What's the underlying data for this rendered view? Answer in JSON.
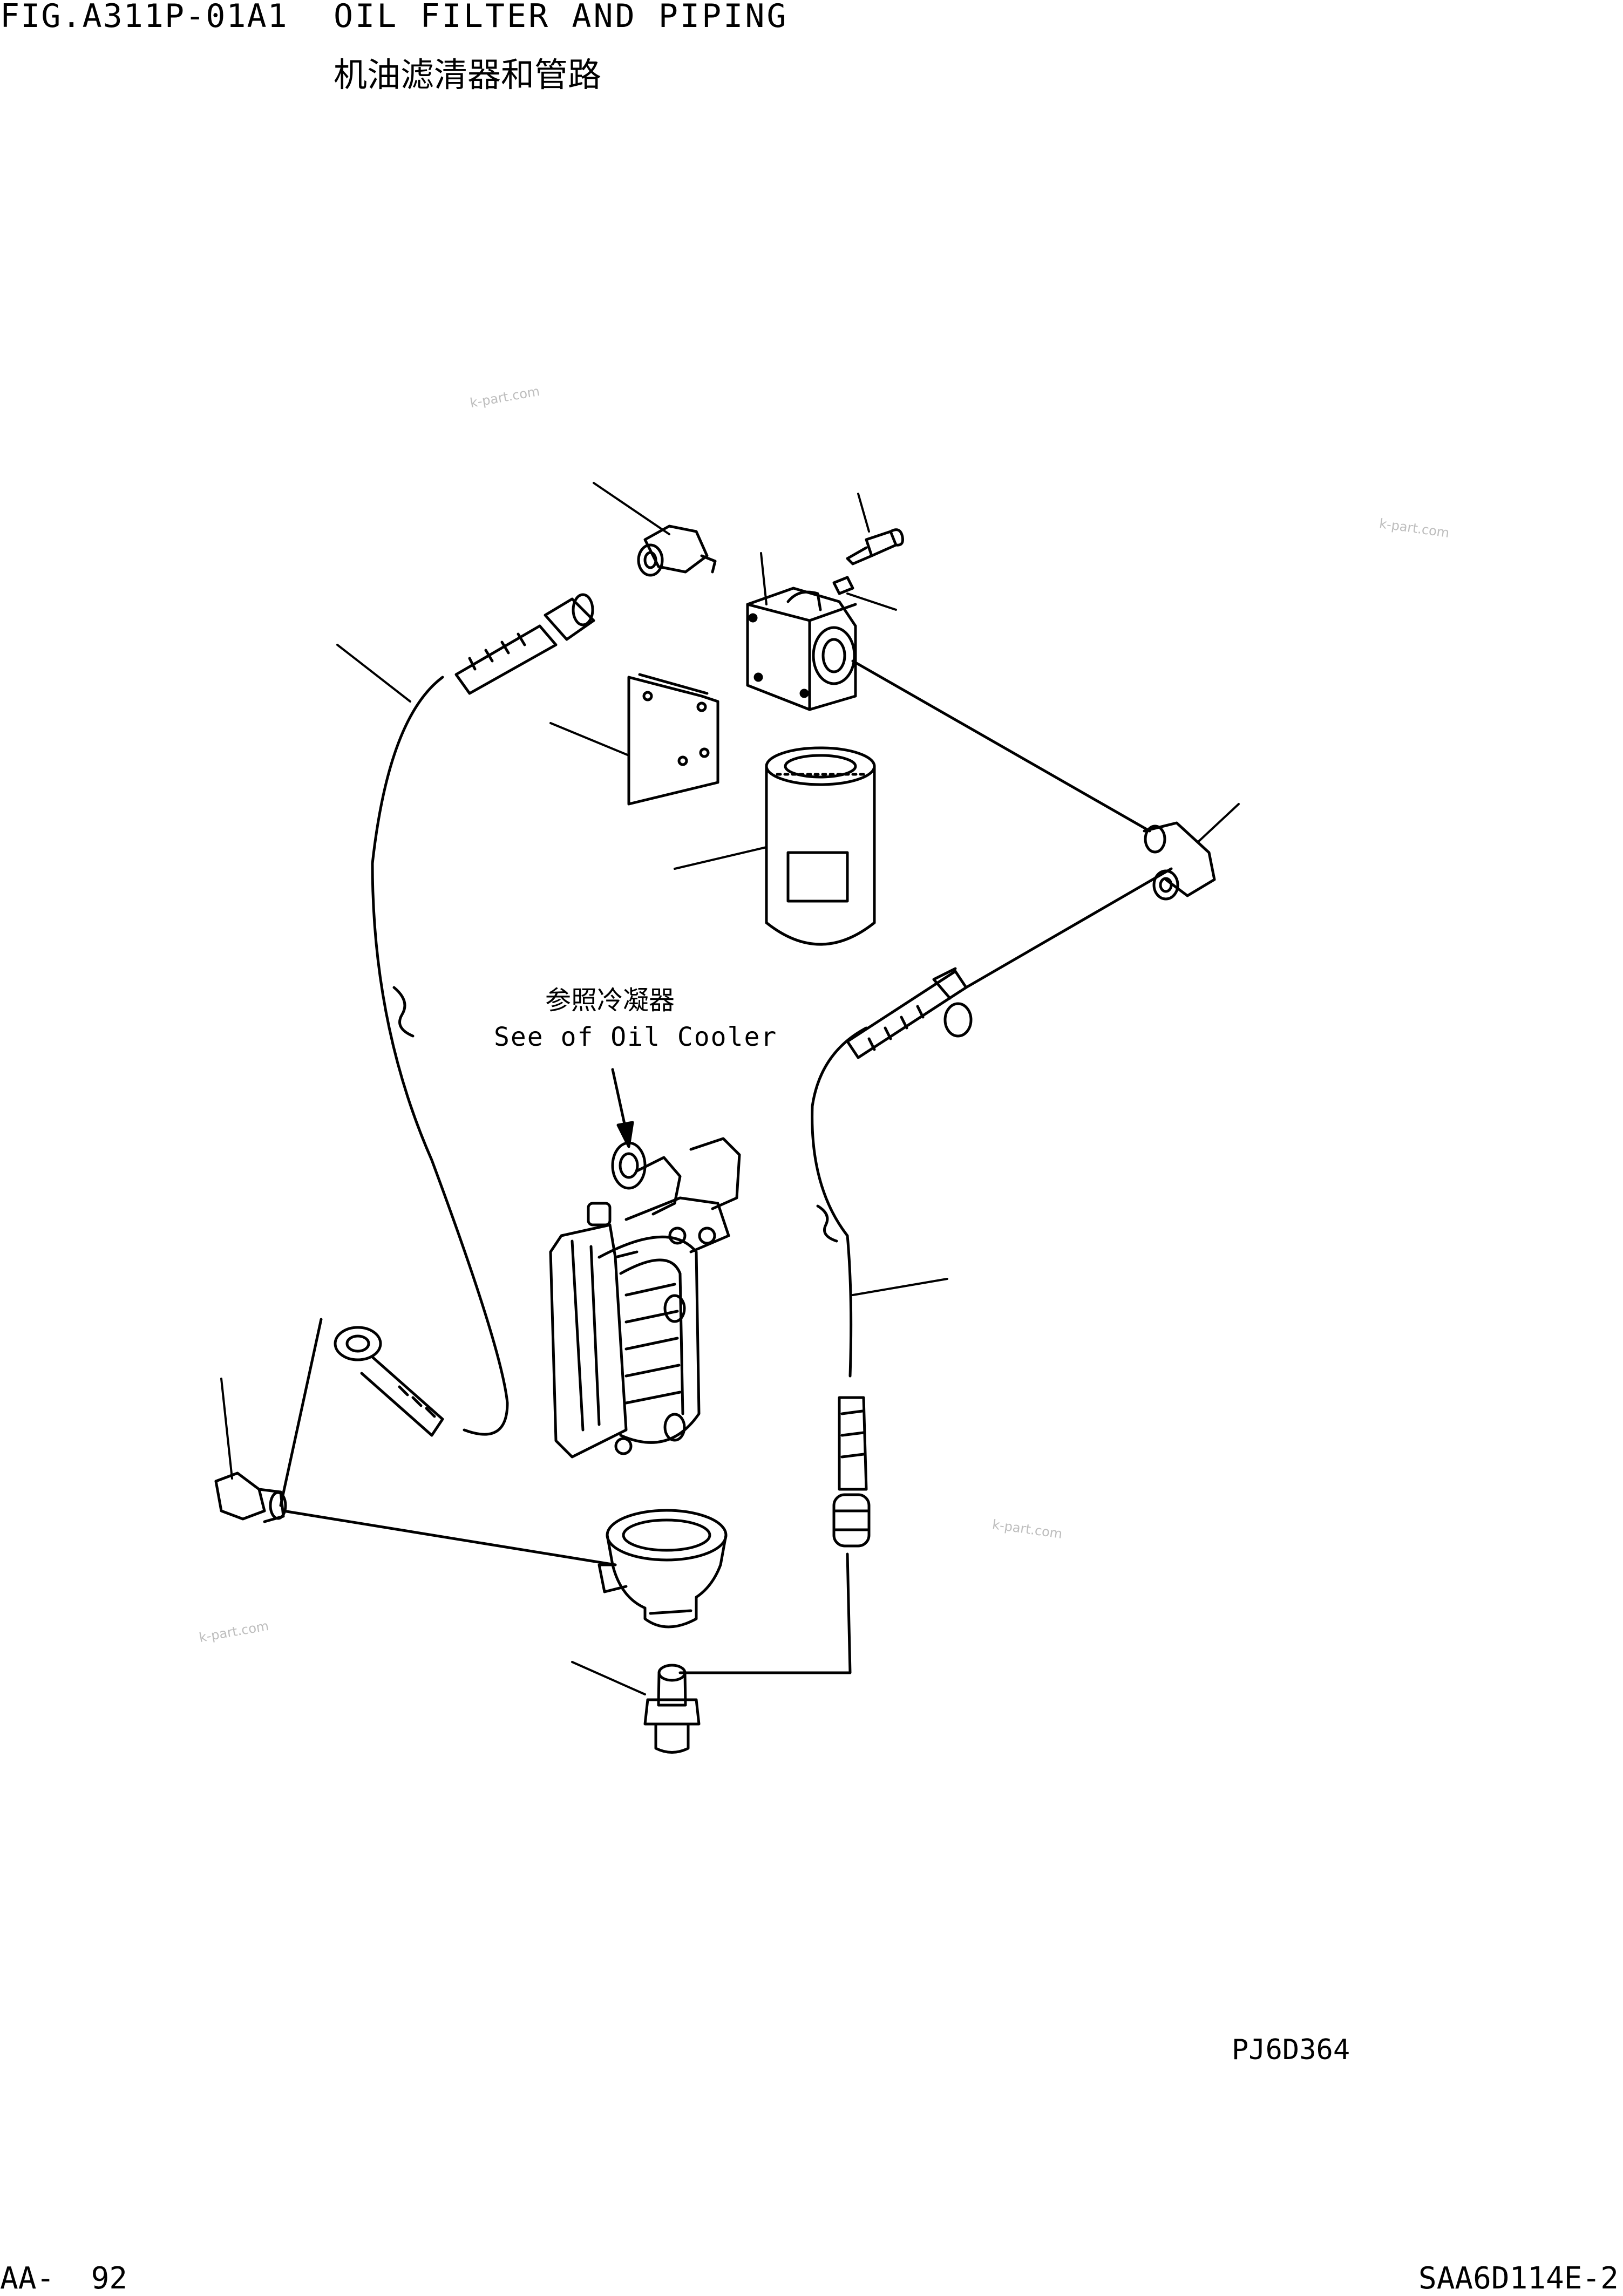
{
  "header": {
    "figure_id": "FIG.A311P-01A1",
    "title_en": "OIL FILTER AND PIPING",
    "title_cn": "机油滤清器和管路"
  },
  "note": {
    "cn": "参照冷凝器",
    "en": "See of Oil Cooler"
  },
  "footer": {
    "drawing_code": "PJ6D364",
    "page_number": "AA-  92",
    "model_code": "SAA6D114E-2"
  },
  "watermark": "k-part.com"
}
